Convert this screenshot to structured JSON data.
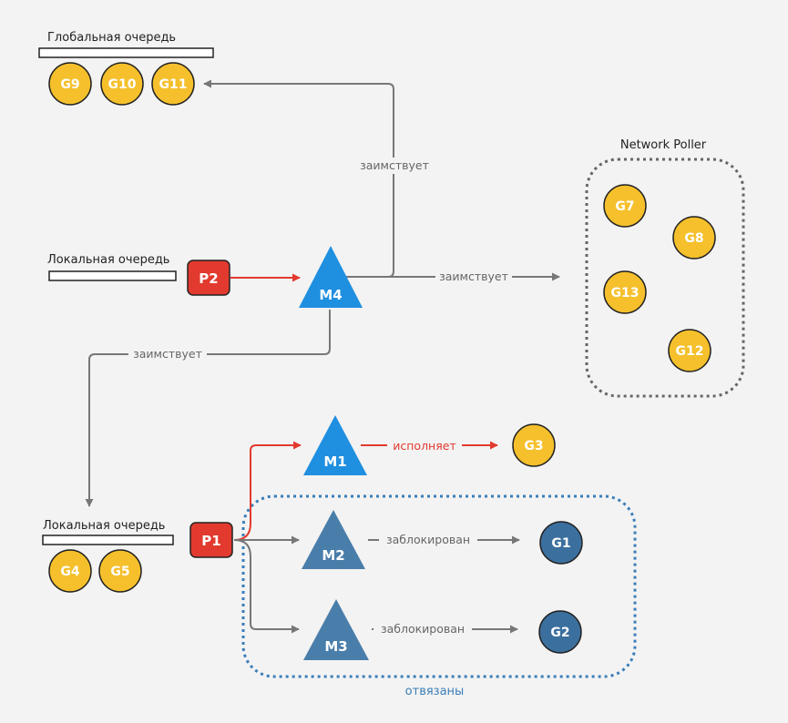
{
  "labels": {
    "global_queue": "Глобальная очередь",
    "local_queue_p2": "Локальная очередь",
    "local_queue_p1": "Локальная очередь",
    "network_poller": "Network Poller",
    "bound": "отвязаны"
  },
  "edges": {
    "m4_steals_global": "заимствует",
    "m4_steals_poller": "заимствует",
    "m4_steals_local": "заимствует",
    "m1_runs": "исполняет",
    "m2_blocked": "заблокирован",
    "m3_blocked": "заблокирован"
  },
  "processors": {
    "p1": "P1",
    "p2": "P2"
  },
  "machines": {
    "m1": "M1",
    "m2": "M2",
    "m3": "M3",
    "m4": "M4"
  },
  "goroutines": {
    "g1": "G1",
    "g2": "G2",
    "g3": "G3",
    "g4": "G4",
    "g5": "G5",
    "g7": "G7",
    "g8": "G8",
    "g9": "G9",
    "g10": "G10",
    "g11": "G11",
    "g12": "G12",
    "g13": "G13"
  },
  "colors": {
    "goroutine_yellow": "#f5c02c",
    "goroutine_blue": "#3b6f9e",
    "processor_red": "#e23a2e",
    "machine_bright_blue": "#1f8fe0",
    "machine_steel_blue": "#4a7eaa",
    "arrow_gray": "#777777",
    "arrow_red": "#e23a2e",
    "bound_dots_blue": "#3a7eb8",
    "poller_dots_gray": "#666666"
  }
}
